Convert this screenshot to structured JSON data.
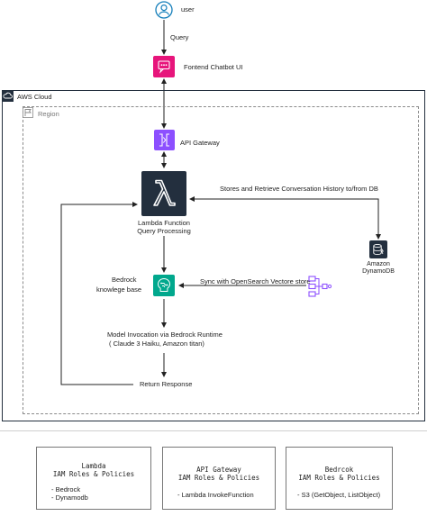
{
  "nodes": {
    "user": {
      "label": "user"
    },
    "frontend": {
      "label": "Fontend Chatbot UI"
    },
    "api_gateway": {
      "label": "API Gateway"
    },
    "lambda": {
      "label_line1": "Lambda Function",
      "label_line2": "Query Processing"
    },
    "dynamodb": {
      "label_line1": "Amazon",
      "label_line2": "DynamoDB"
    },
    "bedrock_kb": {
      "label_line1": "Bedrock",
      "label_line2": "knowlege base"
    },
    "opensearch": {
      "label": ""
    }
  },
  "groups": {
    "aws_cloud": "AWS Cloud",
    "region": "Region"
  },
  "edges": {
    "query": "Query",
    "history": "Stores and Retrieve Conversation History to/from DB",
    "sync": "Sync with OpenSearch Vectore store",
    "invoke_line1": "Model Invocation via Bedrock Runtime",
    "invoke_line2": "( Claude 3 Haiku, Amazon titan)",
    "return": "Return Response"
  },
  "iam": [
    {
      "title": "Lambda",
      "subtitle": "IAM Roles & Policies",
      "items": [
        "- Bedrock",
        "- Dynamodb"
      ]
    },
    {
      "title": "API Gateway",
      "subtitle": "IAM Roles & Policies",
      "items": [
        "- Lambda InvokeFunction"
      ]
    },
    {
      "title": "Bedrcok",
      "subtitle": "IAM Roles & Policies",
      "items": [
        "- S3 (GetObject, ListObject)"
      ]
    }
  ],
  "colors": {
    "frontend": "#e7157b",
    "api_gateway": "#8c4fff",
    "lambda": "#232f3e",
    "bedrock": "#01a88d",
    "opensearch": "#8c4fff",
    "aws_dark": "#232f3e",
    "user_blue": "#147eba"
  }
}
